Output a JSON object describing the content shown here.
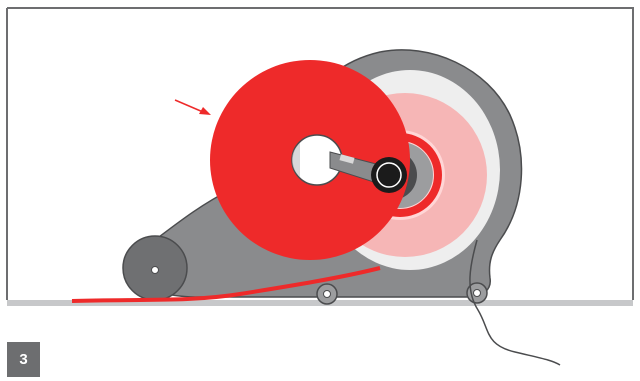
{
  "figure": {
    "step_number": "3",
    "colors": {
      "frame": "#6d6e70",
      "floor": "#c7c8ca",
      "housing": "#8a8b8d",
      "housing_dark": "#4b4c4e",
      "tape_red": "#ee2a2a",
      "ghost_roll": "#f6b6b6",
      "hub_black": "#1b1b1b"
    },
    "icons": {
      "arrow": "red-pointer-arrow",
      "main_roll": "red-tape-roll",
      "ghost_roll": "faded-tape-roll",
      "dispenser": "tape-dispenser-housing",
      "cord": "dangling-cord"
    }
  }
}
